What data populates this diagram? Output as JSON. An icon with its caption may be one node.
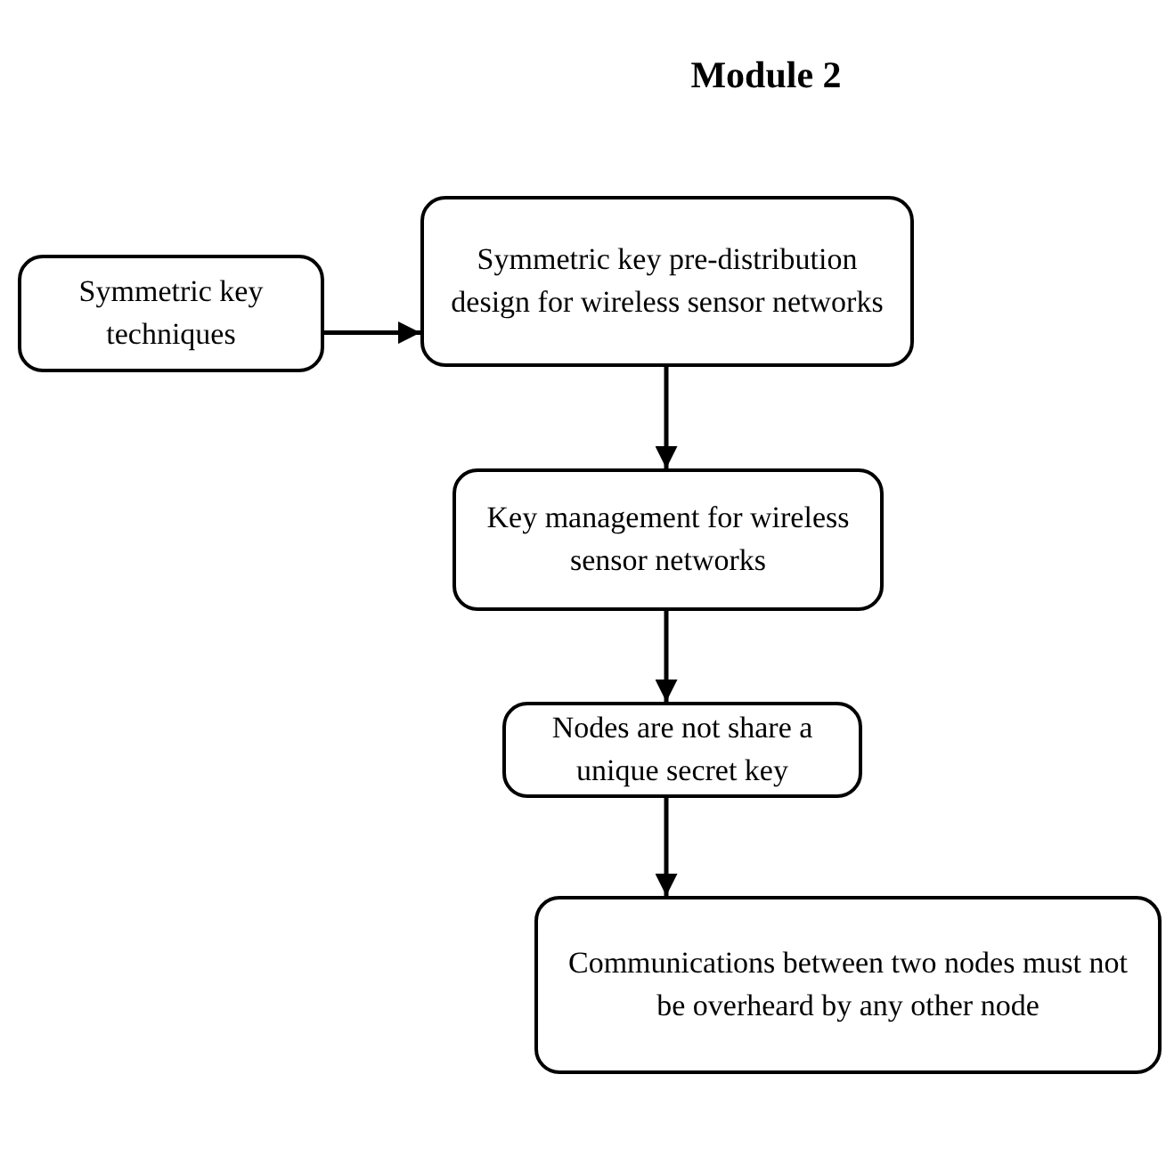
{
  "diagram": {
    "title": "Module 2",
    "nodes": [
      {
        "text": [
          "Symmetric key techniques"
        ]
      },
      {
        "text": [
          "Symmetric key pre-distribution design for wireless sensor networks"
        ]
      },
      {
        "text": [
          "Key management for wireless sensor networks"
        ]
      },
      {
        "text": [
          "Nodes are not share a unique secret key"
        ]
      },
      {
        "text": [
          "Communications between two nodes must not be overheard by any other node"
        ]
      }
    ],
    "edges": [
      {
        "from": 0,
        "to": 1,
        "arrow": "to"
      },
      {
        "from": 1,
        "to": 2,
        "arrow": "to"
      },
      {
        "from": 2,
        "to": 3,
        "arrow": "to"
      },
      {
        "from": 3,
        "to": 4,
        "arrow": "to"
      }
    ]
  }
}
